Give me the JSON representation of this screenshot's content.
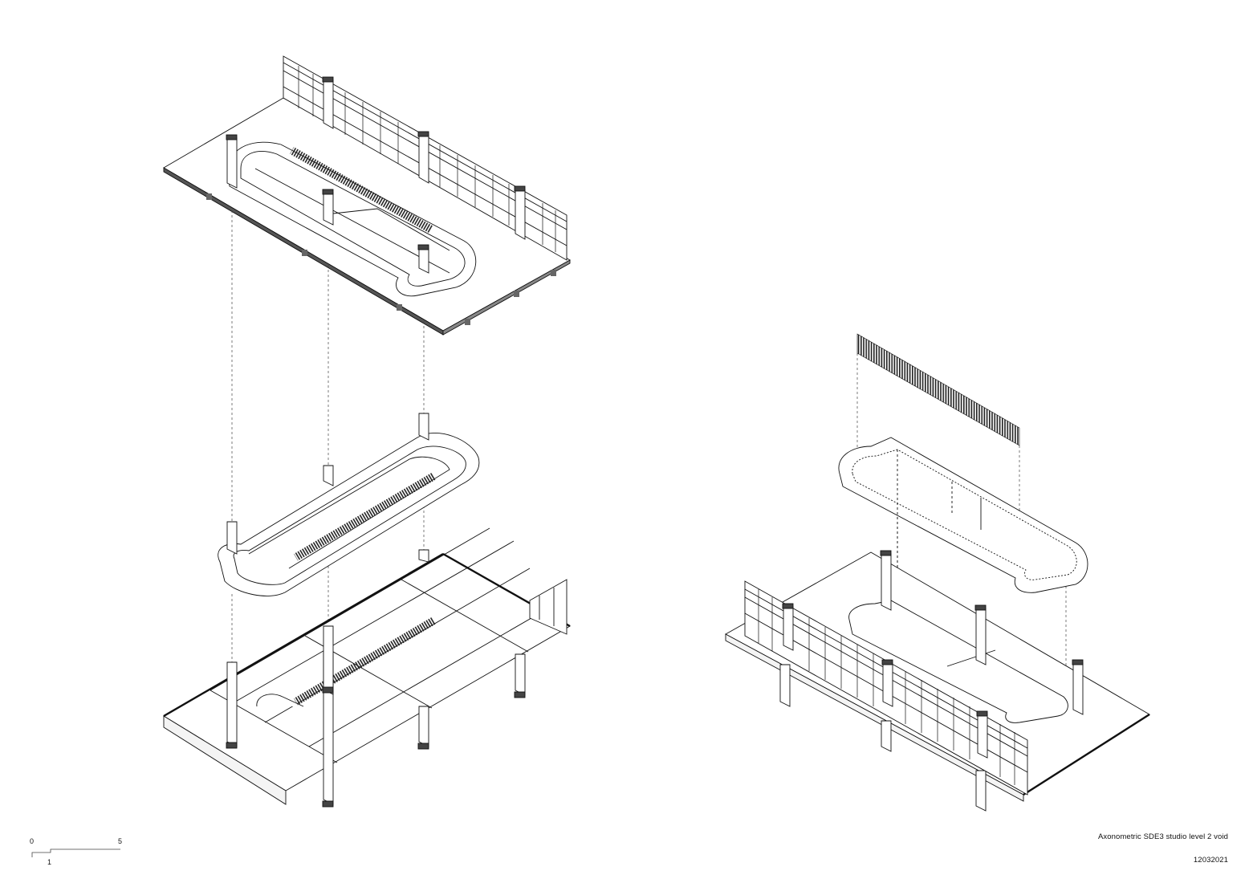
{
  "title": "Axonometric SDE3 studio level 2 void",
  "date": "12032021",
  "scale_bar": {
    "label_start": "0",
    "label_mid": "1",
    "label_end": "5"
  }
}
